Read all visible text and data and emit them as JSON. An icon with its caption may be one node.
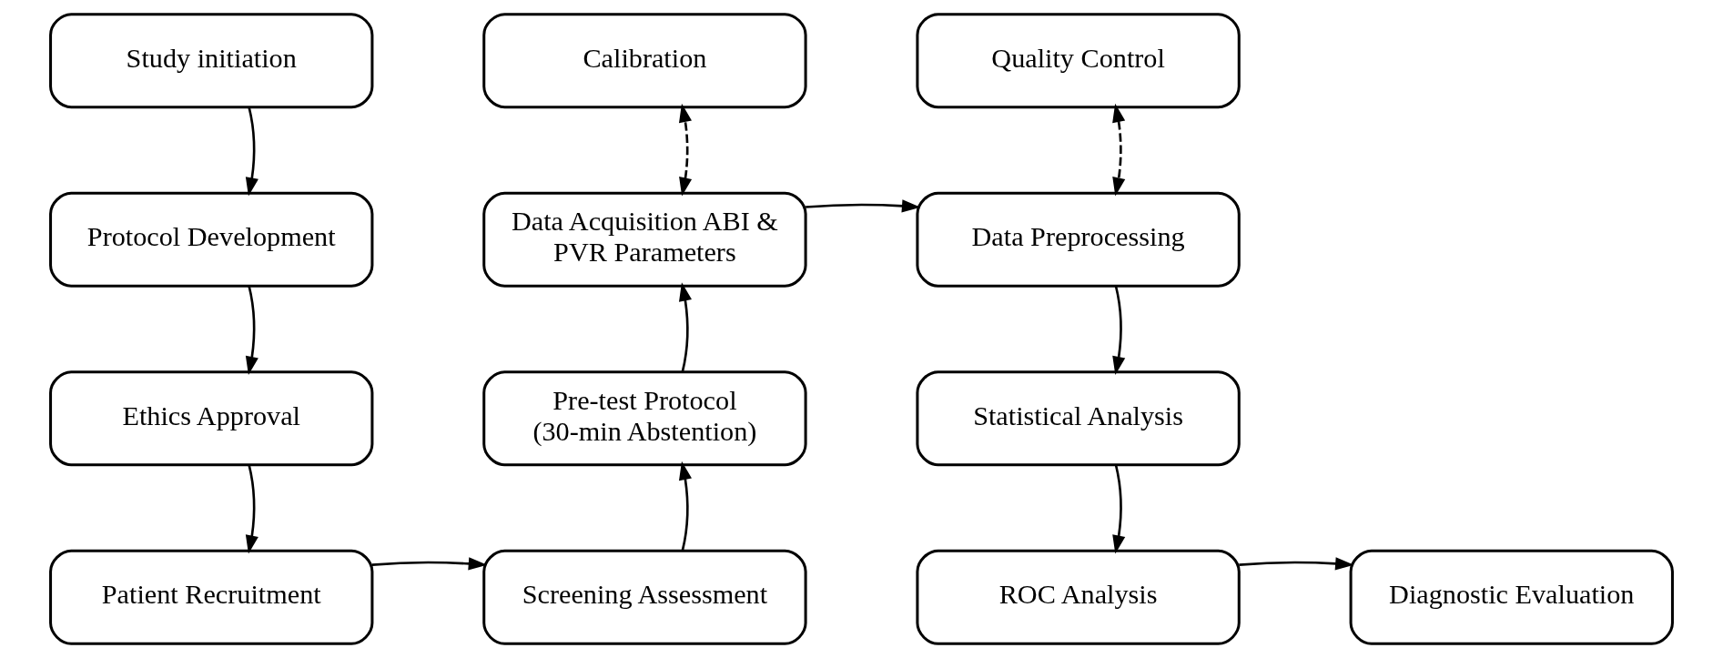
{
  "diagram": {
    "nodes": [
      {
        "text": [
          "Study initiation"
        ]
      },
      {
        "text": [
          "Protocol Development"
        ]
      },
      {
        "text": [
          "Ethics Approval"
        ]
      },
      {
        "text": [
          "Patient Recruitment"
        ]
      },
      {
        "text": [
          "Screening Assessment"
        ]
      },
      {
        "text": [
          "Pre-test Protocol (30-min Abstention)"
        ]
      },
      {
        "text": [
          "Data Acquisition ABI & PVR Parameters"
        ]
      },
      {
        "text": [
          "Calibration"
        ]
      },
      {
        "text": [
          "Quality Control"
        ]
      },
      {
        "text": [
          "Data Preprocessing"
        ]
      },
      {
        "text": [
          "Statistical Analysis"
        ]
      },
      {
        "text": [
          "ROC Analysis"
        ]
      },
      {
        "text": [
          "Diagnostic Evaluation"
        ]
      }
    ],
    "edges": [
      {
        "from": 0,
        "to": 1,
        "arrow": "to"
      },
      {
        "from": 1,
        "to": 2,
        "arrow": "to"
      },
      {
        "from": 2,
        "to": 3,
        "arrow": "to"
      },
      {
        "from": 3,
        "to": 4,
        "arrow": "to"
      },
      {
        "from": 4,
        "to": 5,
        "arrow": "to"
      },
      {
        "from": 5,
        "to": 6,
        "arrow": "to"
      },
      {
        "from": 6,
        "to": 7,
        "arrow": "both",
        "style": "dashed"
      },
      {
        "from": 6,
        "to": 9,
        "arrow": "to"
      },
      {
        "from": 8,
        "to": 9,
        "arrow": "both",
        "style": "dashed"
      },
      {
        "from": 9,
        "to": 10,
        "arrow": "to"
      },
      {
        "from": 10,
        "to": 11,
        "arrow": "to"
      },
      {
        "from": 11,
        "to": 12,
        "arrow": "to"
      }
    ]
  }
}
